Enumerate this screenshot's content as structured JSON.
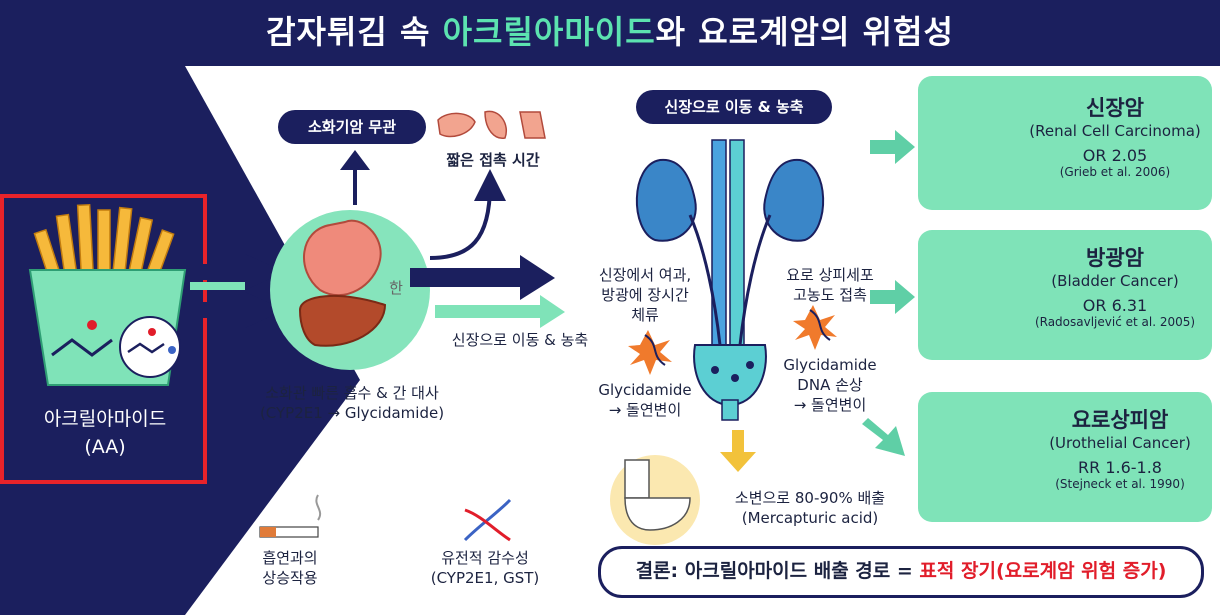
{
  "title": {
    "prefix": "감자튀김 속 ",
    "highlight": "아크릴아마이드",
    "suffix": "와 요로계암의 위험성"
  },
  "acrylamide": {
    "name": "아크릴아마이드",
    "abbr": "(AA)"
  },
  "digestive": {
    "pill": "소화기암 무관",
    "short_contact": "짧은 접촉 시간",
    "absorb_1": "소화관 빠른 흡수 & 간 대사",
    "absorb_2": "(CYP2E1 → Glycidamide)",
    "overlay_char": "한"
  },
  "transport": {
    "label": "신장으로 이동 & 농축"
  },
  "kidney": {
    "pill": "신장으로 이동 & 농축",
    "stay_1": "신장에서 여과,",
    "stay_2": "방광에 장시간",
    "stay_3": "체류",
    "mut_left_1": "Glycidamide",
    "mut_left_2": "→ 돌연변이",
    "contact_1": "요로 상피세포",
    "contact_2": "고농도 접촉",
    "mut_right_1": "Glycidamide",
    "mut_right_2": "DNA 손상",
    "mut_right_3": "→ 돌연변이",
    "excrete_1": "소변으로 80-90% 배출",
    "excrete_2": "(Mercapturic acid)"
  },
  "factors": {
    "smoking_1": "흡연과의",
    "smoking_2": "상승작용",
    "genetic_1": "유전적 감수성",
    "genetic_2": "(CYP2E1, GST)"
  },
  "cancers": [
    {
      "name": "신장암",
      "en": "(Renal Cell Carcinoma)",
      "stat": "OR 2.05",
      "ref": "(Grieb et al. 2006)"
    },
    {
      "name": "방광암",
      "en": "(Bladder Cancer)",
      "stat": "OR 6.31",
      "ref": "(Radosavljević et al. 2005)"
    },
    {
      "name": "요로상피암",
      "en": "(Urothelial Cancer)",
      "stat": "RR 1.6-1.8",
      "ref": "(Stejneck et al. 1990)"
    }
  ],
  "conclusion": {
    "prefix": "결론: 아크릴아마이드 배출 경로 = ",
    "highlight": "표적 장기(요로계암 위험 증가)"
  },
  "colors": {
    "navy": "#1b1f5e",
    "mint": "#7fe3b8",
    "highlight_red": "#e11d2a",
    "annotation_box": "#e8232a"
  }
}
